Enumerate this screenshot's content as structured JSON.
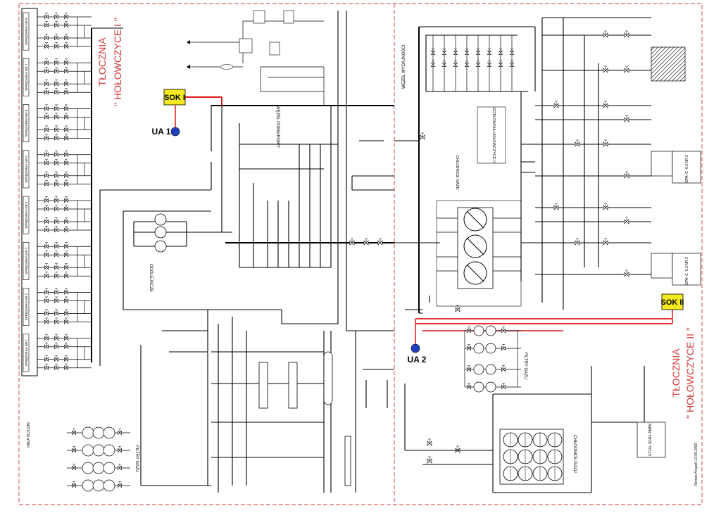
{
  "colors": {
    "border": "#d23a3a",
    "title": "#d23a3a",
    "sok_fill": "#f5ea1f",
    "ua_fill": "#1f3fbf",
    "red_line": "#e01a1a",
    "line": "#000000"
  },
  "station_left": {
    "title_line1": "TŁOCZNIA",
    "title_line2": "\" HOŁOWCZYCE I \"",
    "hall_label": "HALA TŁOCZNI",
    "compressors": [
      "SPRĘŻARKA NR 8",
      "SPRĘŻARKA NR 7",
      "SPRĘŻARKA NR 6",
      "SPRĘŻARKA NR 5",
      "SPRĘŻARKA NR 4",
      "SPRĘŻARKA NR 3",
      "SPRĘŻARKA NR 2",
      "SPRĘŻARKA NR 1"
    ],
    "areas": {
      "measuring_node": "WĘZEŁ POMIAROWY",
      "separators": "ODOLEJACZE",
      "gas_filters": "FILTRY GAZU"
    },
    "sok_label": "SOK I",
    "ua_label": "UA 1"
  },
  "station_right": {
    "title_line1": "TŁOCZNIA",
    "title_line2": "\" HOŁOWCZYCE II \"",
    "areas": {
      "outlet_node": "WĘZEŁ WYDAJNOŚCI",
      "boiler_house": "KOTŁOWNIA HOŁOWCZYCE II",
      "gas_coolers": "CHŁODNICE GAZU",
      "gas_filters": "FILTRY GAZU",
      "gas_coolers_2": "CHŁODNICE GAZU"
    },
    "units": [
      "GPA -C -6.3 NR 2",
      "GPA -C -6.3 NR 3"
    ],
    "generator": "GT10+ SGR4 28MW",
    "sok_label": "SOK II",
    "ua_label": "UA 2",
    "signature": "Roman Krupski 13.09.2000"
  }
}
